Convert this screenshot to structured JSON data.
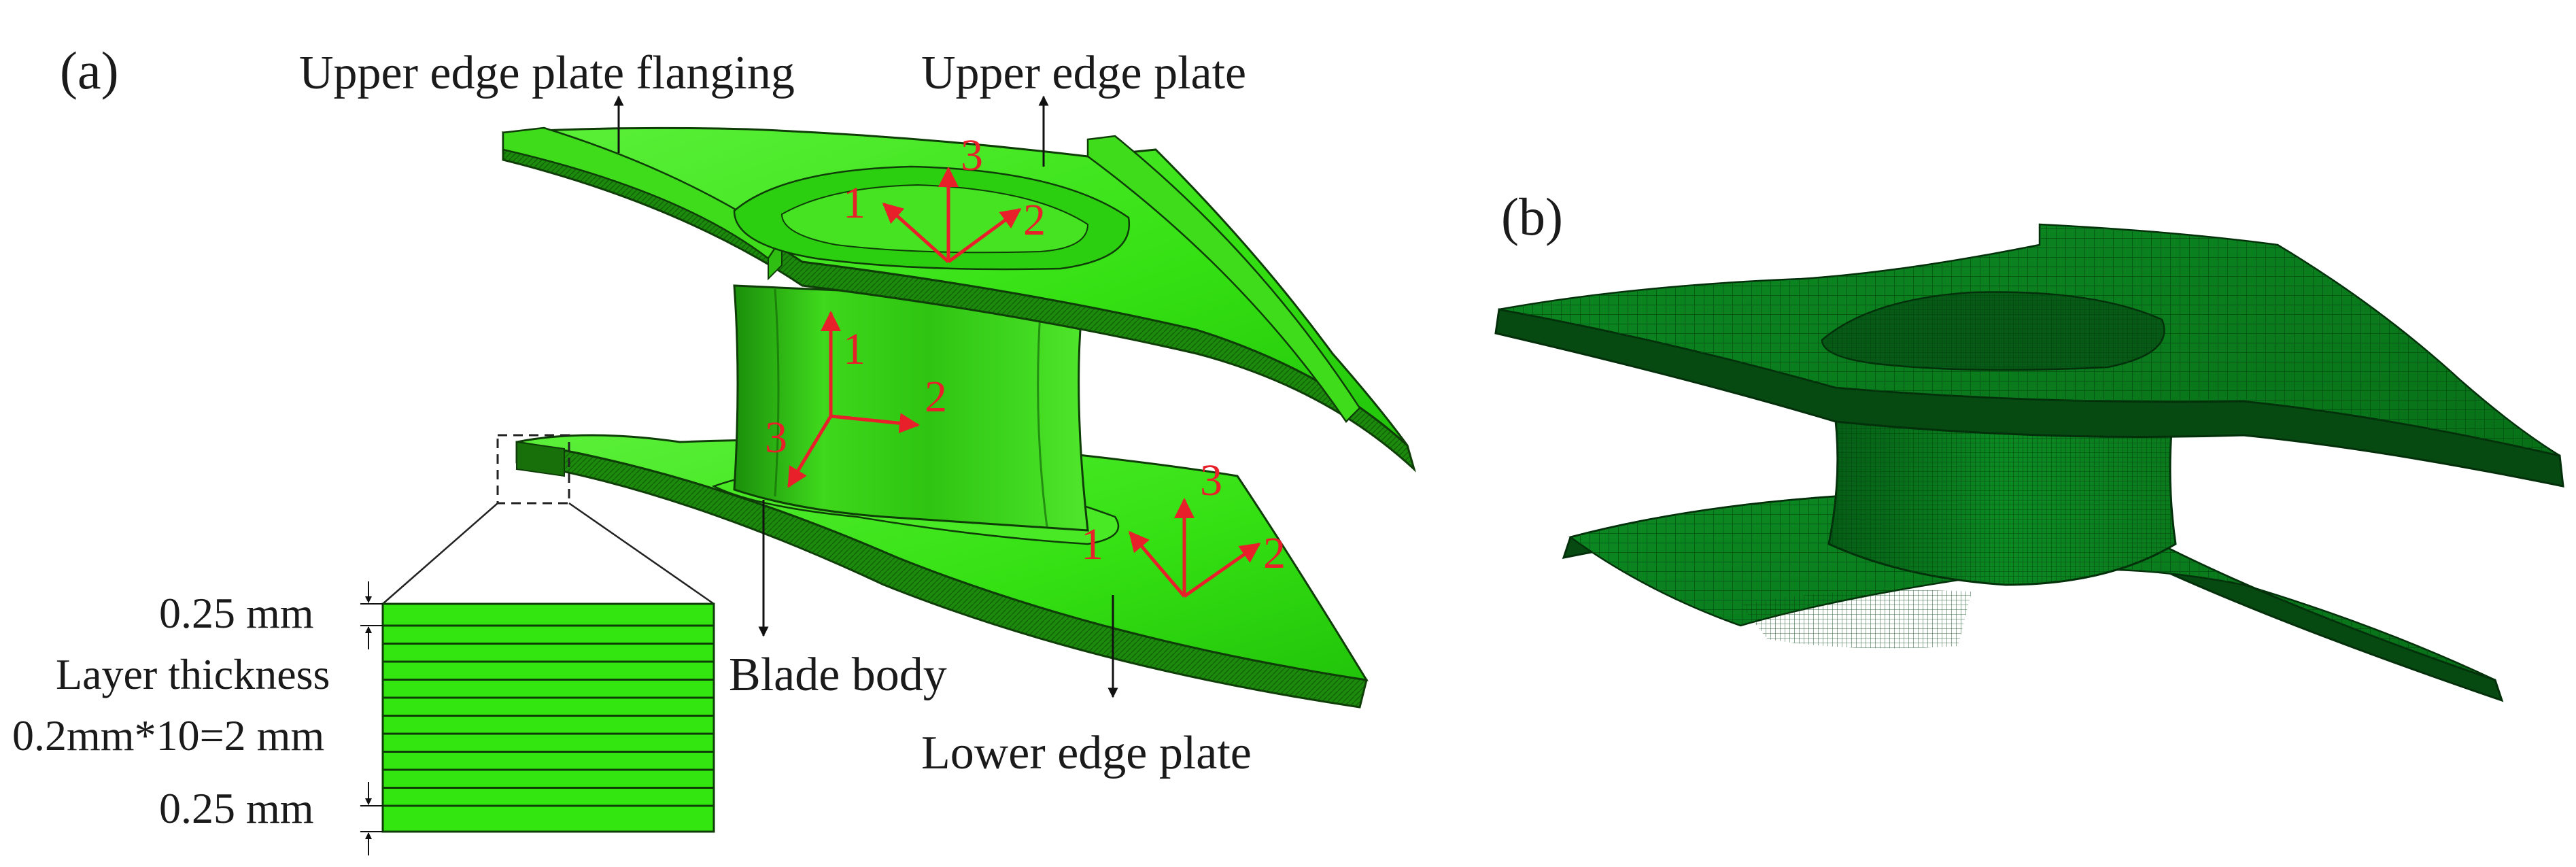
{
  "panel_a": {
    "label": "(a)",
    "callouts": {
      "upper_flanging": "Upper edge plate flanging",
      "upper_plate": "Upper edge plate",
      "blade_body": "Blade body",
      "lower_plate": "Lower edge plate"
    },
    "axes": {
      "upper": [
        "1",
        "2",
        "3"
      ],
      "blade": [
        "1",
        "2",
        "3"
      ],
      "lower": [
        "1",
        "2",
        "3"
      ]
    },
    "detail": {
      "top_skin": "0.25 mm",
      "layer_label": "Layer thickness",
      "layer_formula": "0.2mm*10=2 mm",
      "bottom_skin": "0.25 mm",
      "layer_count": 10
    }
  },
  "panel_b": {
    "label": "(b)"
  },
  "colors": {
    "model_green": "#33e60f",
    "model_green_dark": "#1c8a0c",
    "model_edge": "#0f3d08",
    "mesh_green": "#0a7a1c",
    "mesh_dark": "#064a12",
    "axis_red": "#e8202a"
  }
}
